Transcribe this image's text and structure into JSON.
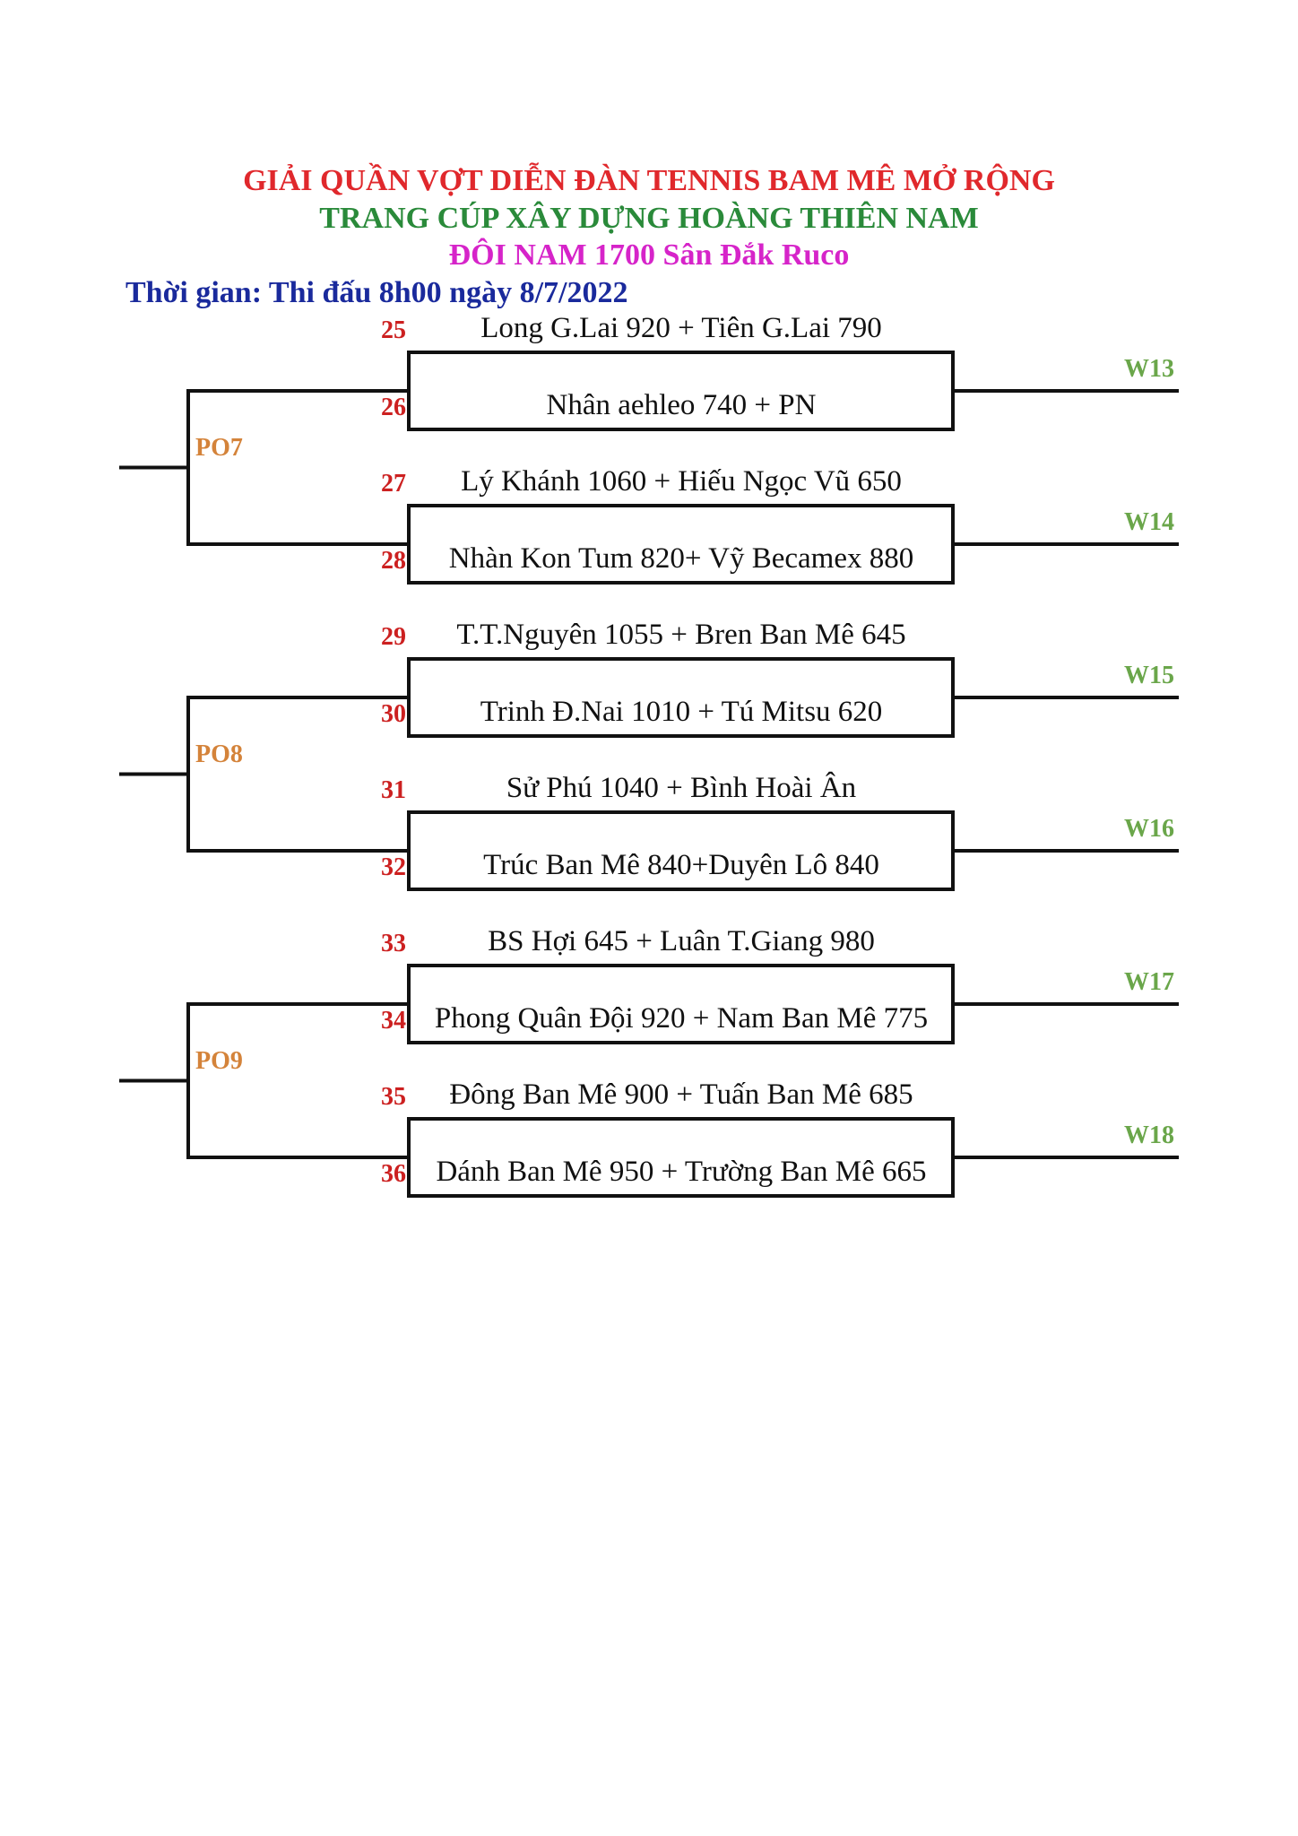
{
  "header": {
    "line1": "GIẢI QUẦN VỢT DIỄN ĐÀN TENNIS BAM MÊ MỞ RỘNG",
    "line2": "TRANG CÚP XÂY DỰNG HOÀNG THIÊN NAM",
    "line3": "ĐÔI NAM 1700  Sân Đắk Ruco",
    "line4": "Thời gian: Thi đấu 8h00 ngày 8/7/2022"
  },
  "colors": {
    "line1": "#e0282c",
    "line2": "#2a8a3a",
    "line3": "#d624c9",
    "line4": "#1a2a9c",
    "seed": "#cc2020",
    "playoff": "#d4833a",
    "winner": "#6aa64a"
  },
  "groups": [
    {
      "playoff": "PO7",
      "matches": [
        {
          "winner": "W13",
          "entries": [
            {
              "seed": "25",
              "team": "Long G.Lai 920 + Tiên G.Lai 790"
            },
            {
              "seed": "26",
              "team": "Nhân aehleo 740 + PN"
            }
          ]
        },
        {
          "winner": "W14",
          "entries": [
            {
              "seed": "27",
              "team": "Lý Khánh 1060 + Hiếu Ngọc Vũ 650"
            },
            {
              "seed": "28",
              "team": "Nhàn Kon Tum 820+ Vỹ Becamex 880"
            }
          ]
        }
      ]
    },
    {
      "playoff": "PO8",
      "matches": [
        {
          "winner": "W15",
          "entries": [
            {
              "seed": "29",
              "team": "T.T.Nguyên 1055 + Bren Ban Mê 645"
            },
            {
              "seed": "30",
              "team": "Trinh Đ.Nai 1010 + Tú Mitsu 620"
            }
          ]
        },
        {
          "winner": "W16",
          "entries": [
            {
              "seed": "31",
              "team": "Sử Phú 1040 + Bình Hoài Ân"
            },
            {
              "seed": "32",
              "team": "Trúc Ban Mê 840+Duyên Lô 840"
            }
          ]
        }
      ]
    },
    {
      "playoff": "PO9",
      "matches": [
        {
          "winner": "W17",
          "entries": [
            {
              "seed": "33",
              "team": "BS Hợi 645 + Luân T.Giang 980"
            },
            {
              "seed": "34",
              "team": "Phong Quân Đội 920 + Nam Ban Mê 775"
            }
          ]
        },
        {
          "winner": "W18",
          "entries": [
            {
              "seed": "35",
              "team": "Đông Ban Mê 900 + Tuấn Ban Mê 685"
            },
            {
              "seed": "36",
              "team": "Dánh Ban Mê 950 + Trường Ban Mê 665"
            }
          ]
        }
      ]
    }
  ]
}
